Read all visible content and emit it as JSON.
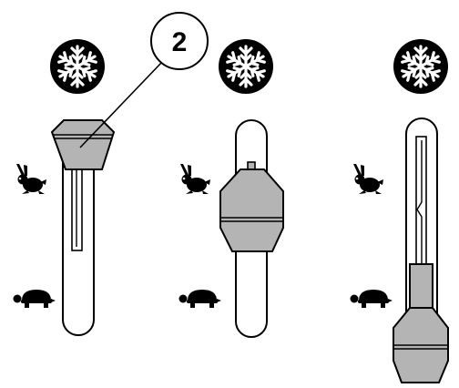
{
  "callout": {
    "number": "2"
  },
  "icons": {
    "snowflake": "snowflake-icon",
    "rabbit": "rabbit-icon",
    "turtle": "turtle-icon"
  },
  "panels": [
    {
      "id": "panel-1",
      "state": "lever at top (snowflake position)"
    },
    {
      "id": "panel-2",
      "state": "lever at rabbit position"
    },
    {
      "id": "panel-3",
      "state": "lever at bottom (turtle position)"
    }
  ],
  "colors": {
    "ink": "#000000",
    "lever_fill": "#b4b4b4",
    "lever_dark": "#8a8a8a",
    "background": "#ffffff"
  }
}
